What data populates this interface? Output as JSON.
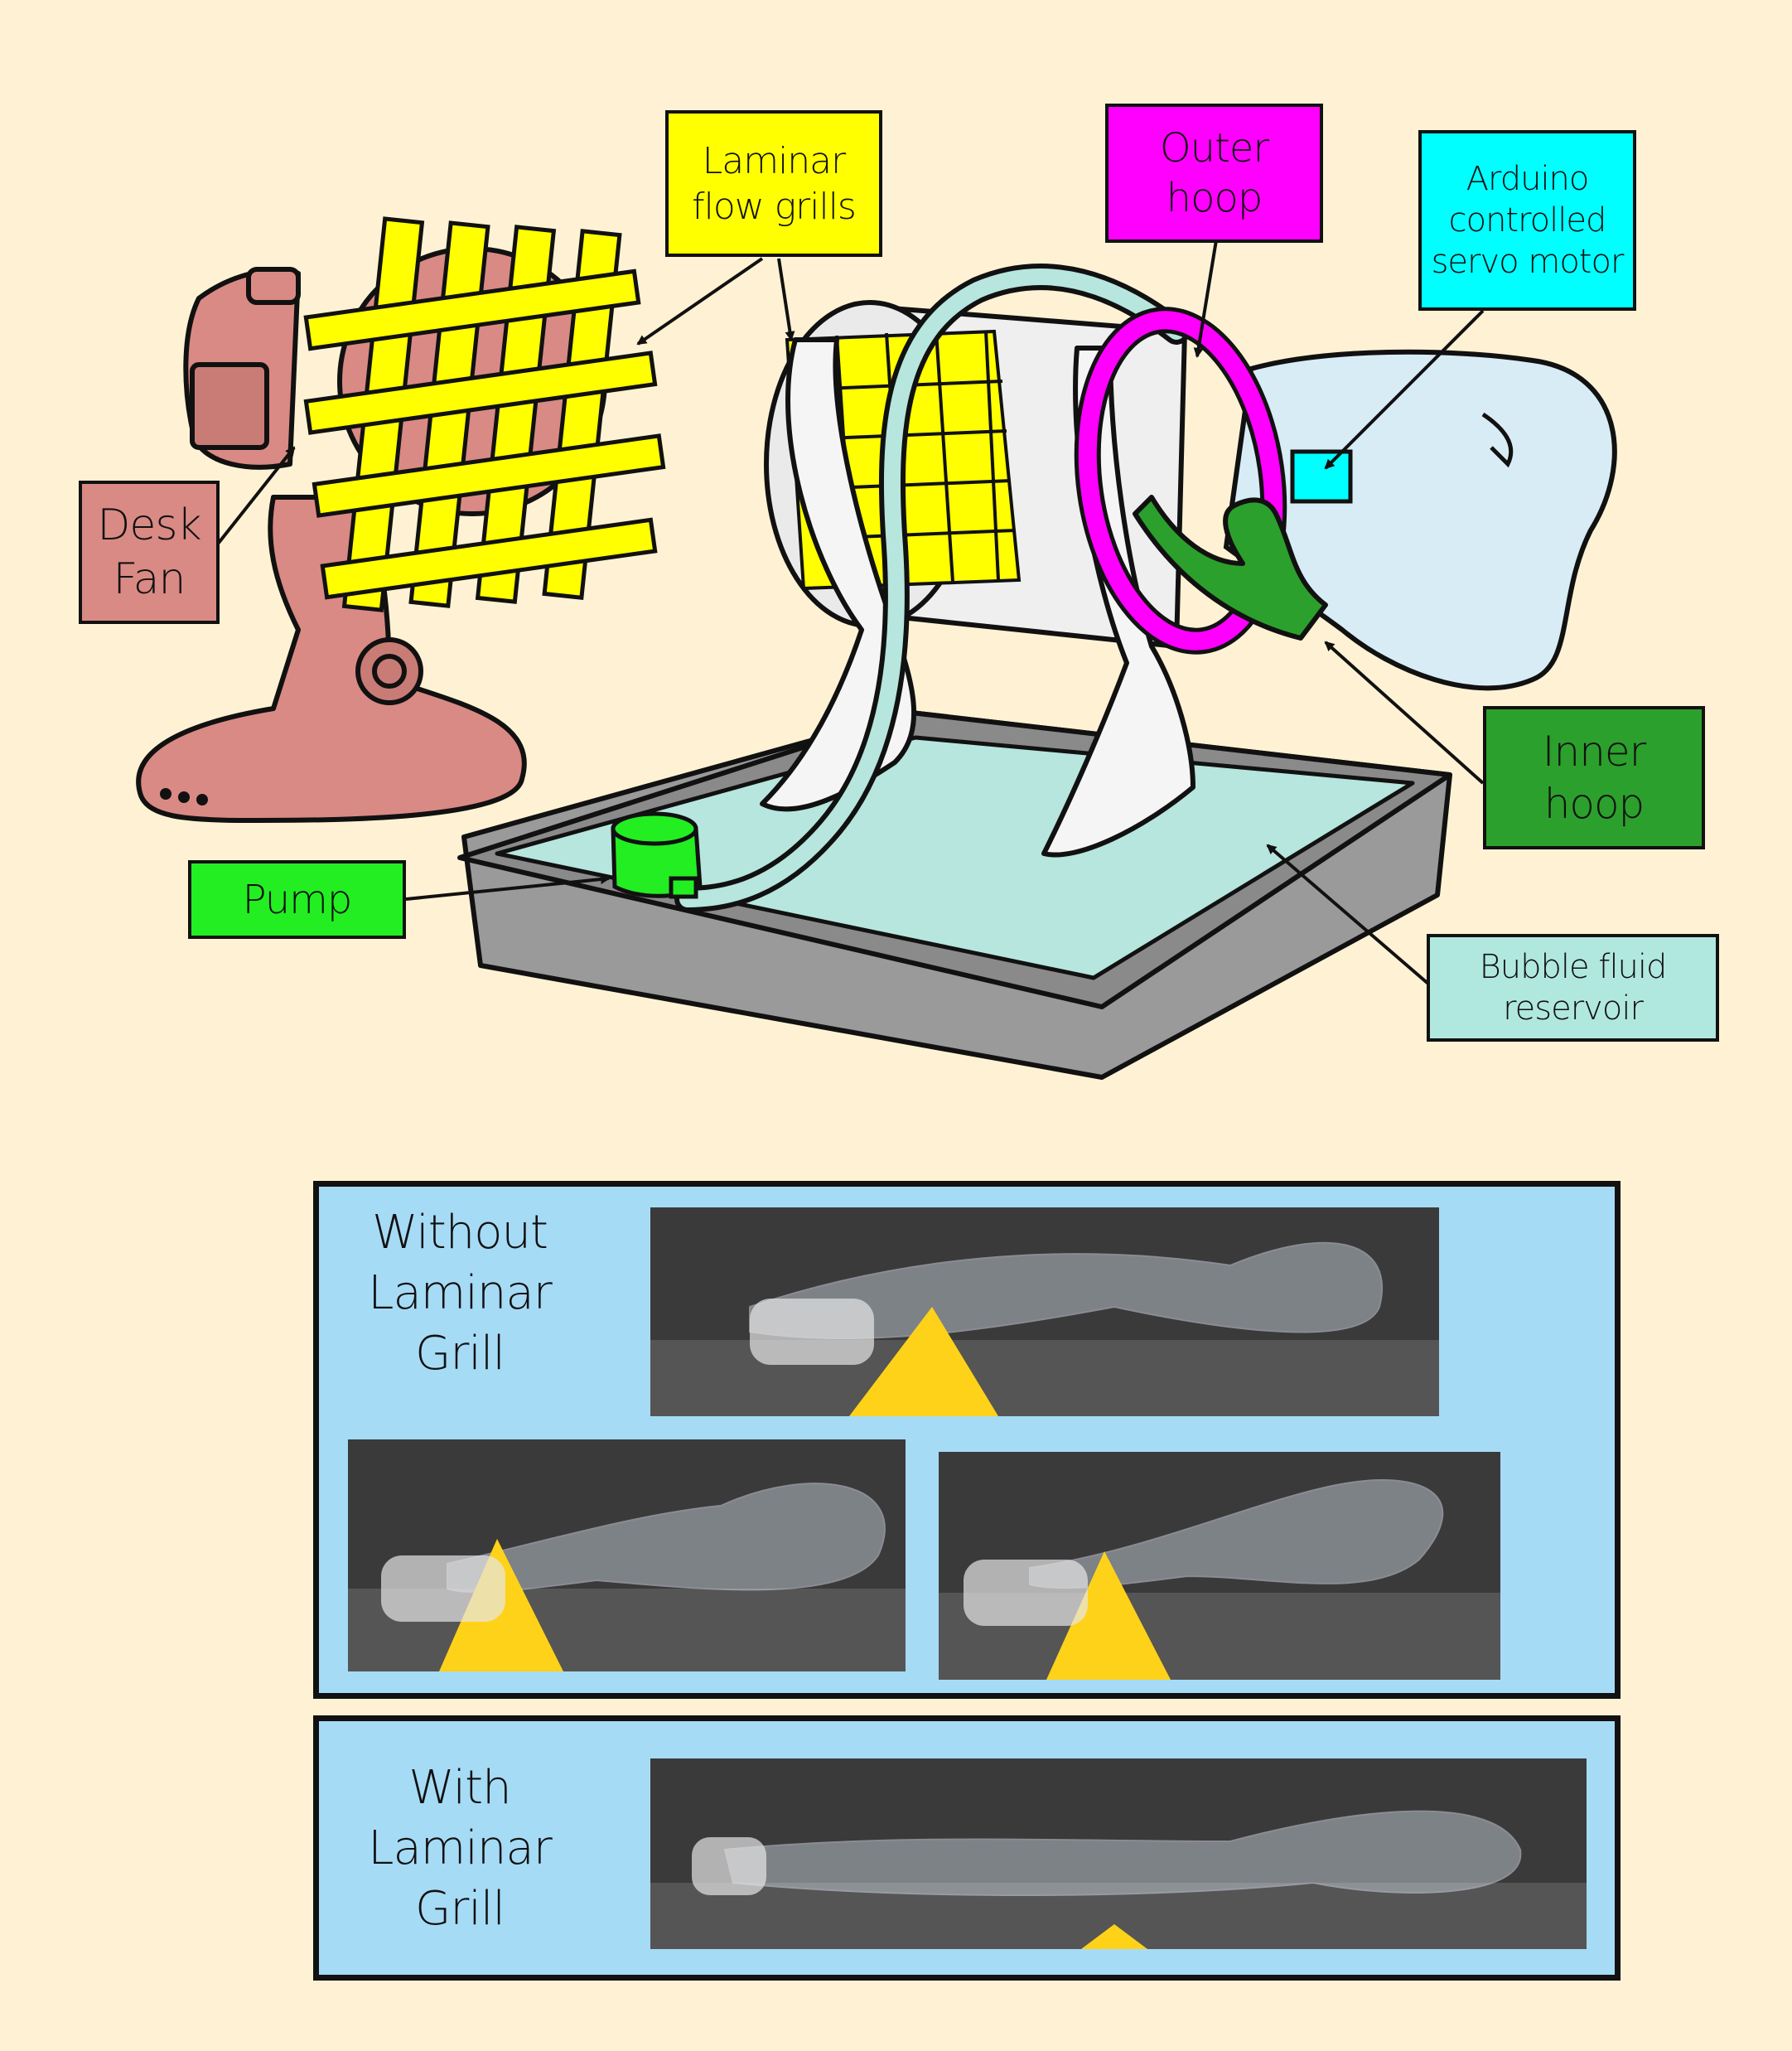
{
  "diagram": {
    "labels": {
      "laminar_flow_grills": "Laminar\nflow grills",
      "outer_hoop": "Outer\nhoop",
      "servo_motor": "Arduino\ncontrolled\nservo motor",
      "desk_fan": "Desk\nFan",
      "inner_hoop": "Inner\nhoop",
      "pump": "Pump",
      "reservoir": "Bubble fluid\nreservoir"
    },
    "colors": {
      "background": "#fff2d4",
      "fan": "#d98a84",
      "grill": "#ffff00",
      "outer_hoop": "#ff00ff",
      "servo": "#00ffff",
      "inner_hoop": "#2ca02c",
      "pump": "#22ee22",
      "reservoir_label": "#b0e8e0",
      "fluid": "#b6e6dd",
      "tray": "#9a9a9a",
      "bubble": "#d8ecf5",
      "panel": "#a6dbf6"
    }
  },
  "comparison": {
    "without_title": "Without\nLaminar Grill",
    "with_title": "With\nLaminar Grill"
  }
}
